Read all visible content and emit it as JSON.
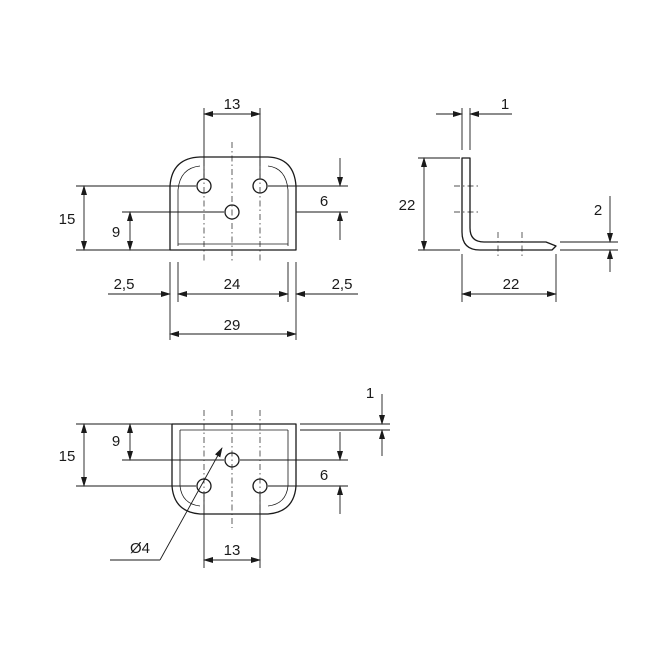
{
  "dimensions": {
    "front": {
      "top_width": "13",
      "height_total": "15",
      "height_center_hole": "9",
      "height_top_holes": "6",
      "margin_left": "2,5",
      "inner_width": "24",
      "margin_right": "2,5",
      "overall_width": "29"
    },
    "side": {
      "thickness": "1",
      "vertical_leg": "22",
      "horizontal_leg": "22",
      "horizontal_height": "2"
    },
    "bottom": {
      "thickness": "1",
      "height_total": "15",
      "height_center_hole": "9",
      "height_bottom_holes": "6",
      "hole_diameter": "Ø4",
      "bottom_width": "13"
    }
  }
}
